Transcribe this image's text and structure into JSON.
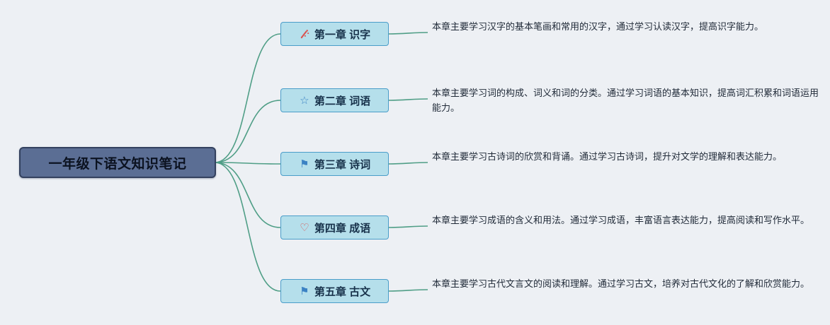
{
  "root": {
    "label": "一年级下语文知识笔记"
  },
  "branches": [
    {
      "icon": "wand-sparkle-icon",
      "glyph": "",
      "label": "第一章 识字",
      "desc": "本章主要学习汉字的基本笔画和常用的汉字，通过学习认读汉字，提高识字能力。"
    },
    {
      "icon": "star-icon",
      "glyph": "☆",
      "label": "第二章 词语",
      "desc": "本章主要学习词的构成、词义和词的分类。通过学习词语的基本知识，提高词汇积累和词语运用能力。"
    },
    {
      "icon": "flag-icon",
      "glyph": "⚑",
      "label": "第三章 诗词",
      "desc": "本章主要学习古诗词的欣赏和背诵。通过学习古诗词，提升对文学的理解和表达能力。"
    },
    {
      "icon": "heart-icon",
      "glyph": "♡",
      "label": "第四章 成语",
      "desc": "本章主要学习成语的含义和用法。通过学习成语，丰富语言表达能力，提高阅读和写作水平。"
    },
    {
      "icon": "flag-icon",
      "glyph": "⚑",
      "label": "第五章 古文",
      "desc": "本章主要学习古代文言文的阅读和理解。通过学习古文，培养对古代文化的了解和欣赏能力。"
    }
  ],
  "colors": {
    "background": "#edf0f4",
    "root_bg": "#5b6e94",
    "root_border": "#33415e",
    "node_bg": "#b5dfeb",
    "node_border": "#4a9dc9",
    "link_line": "#4f9e86",
    "icon_red": "#d9534f",
    "icon_blue": "#3b82c4"
  }
}
